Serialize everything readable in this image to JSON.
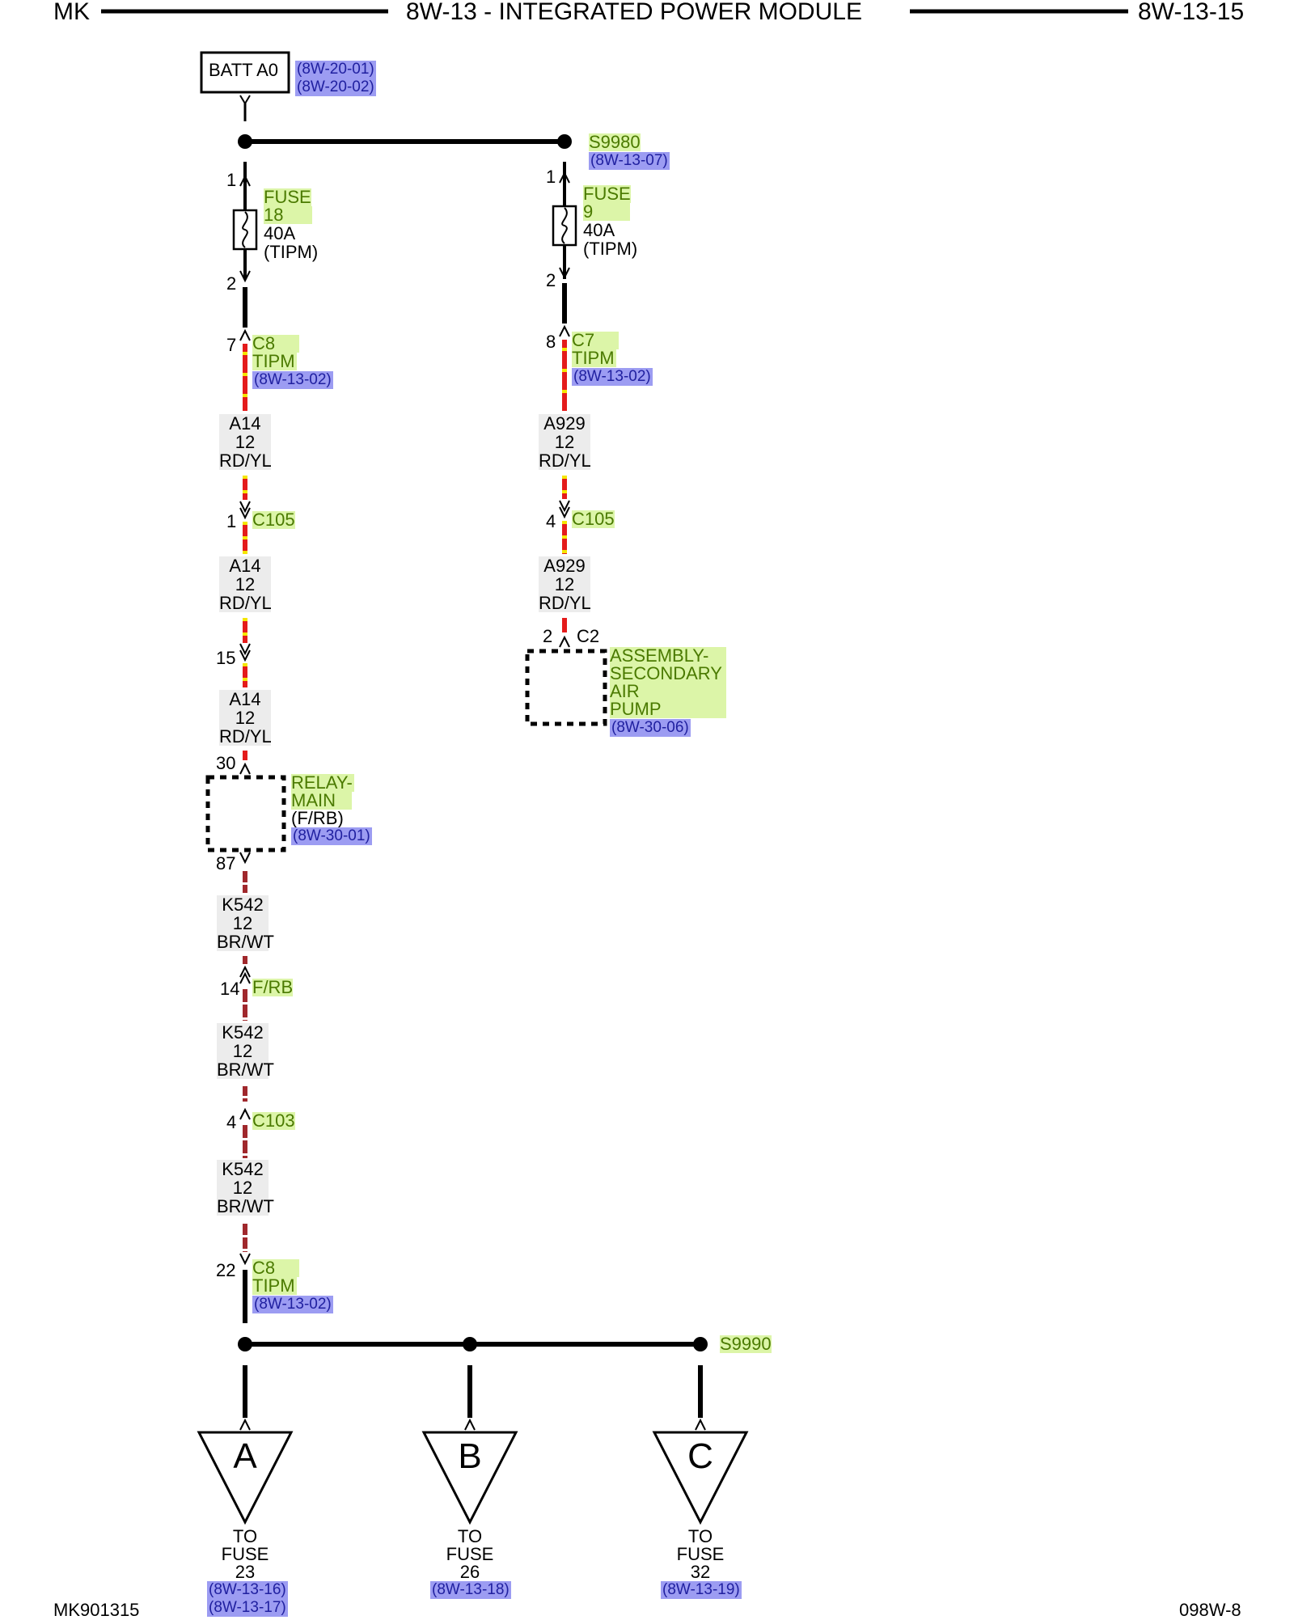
{
  "header": {
    "left": "MK",
    "title": "8W-13 - INTEGRATED POWER MODULE",
    "right": "8W-13-15"
  },
  "footer": {
    "left": "MK901315",
    "right": "098W-8"
  },
  "batt": {
    "label": "BATT A0",
    "refs": [
      "(8W-20-01)",
      "(8W-20-02)"
    ]
  },
  "splice_top": {
    "label": "S9980",
    "ref": "(8W-13-07)"
  },
  "fuse18": {
    "pin_in": "1",
    "pin_out": "2",
    "name1": "FUSE",
    "name2": "18",
    "rating": "40A",
    "loc": "(TIPM)"
  },
  "fuse9": {
    "pin_in": "1",
    "pin_out": "2",
    "name1": "FUSE",
    "name2": "9",
    "rating": "40A",
    "loc": "(TIPM)"
  },
  "left_conn1": {
    "pin": "7",
    "name1": "C8",
    "name2": "TIPM",
    "ref": "(8W-13-02)"
  },
  "right_conn1": {
    "pin": "8",
    "name1": "C7",
    "name2": "TIPM",
    "ref": "(8W-13-02)"
  },
  "left_wires": [
    {
      "circuit": "A14",
      "gauge": "12",
      "color": "RD/YL"
    },
    {
      "circuit": "A14",
      "gauge": "12",
      "color": "RD/YL"
    },
    {
      "circuit": "A14",
      "gauge": "12",
      "color": "RD/YL"
    }
  ],
  "right_wires": [
    {
      "circuit": "A929",
      "gauge": "12",
      "color": "RD/YL"
    },
    {
      "circuit": "A929",
      "gauge": "12",
      "color": "RD/YL"
    }
  ],
  "c105_left": {
    "pin": "1",
    "name": "C105"
  },
  "c105_right": {
    "pin": "4",
    "name": "C105"
  },
  "pin15": "15",
  "pump": {
    "pin": "2",
    "conn": "C2",
    "lines": [
      "ASSEMBLY-",
      "SECONDARY",
      "AIR",
      "PUMP"
    ],
    "ref": "(8W-30-06)"
  },
  "relay": {
    "pin_in": "30",
    "pin_out": "87",
    "name1": "RELAY-",
    "name2": "MAIN",
    "loc": "(F/RB)",
    "ref": "(8W-30-01)"
  },
  "k_wires": [
    {
      "circuit": "K542",
      "gauge": "12",
      "color": "BR/WT"
    },
    {
      "circuit": "K542",
      "gauge": "12",
      "color": "BR/WT"
    },
    {
      "circuit": "K542",
      "gauge": "12",
      "color": "BR/WT"
    }
  ],
  "frb": {
    "pin": "14",
    "name": "F/RB"
  },
  "c103": {
    "pin": "4",
    "name": "C103"
  },
  "c8_bottom": {
    "pin": "22",
    "name1": "C8",
    "name2": "TIPM",
    "ref": "(8W-13-02)"
  },
  "splice_bottom": {
    "label": "S9990"
  },
  "outputs": [
    {
      "letter": "A",
      "to": "TO",
      "fuse": "FUSE",
      "num": "23",
      "refs": [
        "(8W-13-16)",
        "(8W-13-17)"
      ]
    },
    {
      "letter": "B",
      "to": "TO",
      "fuse": "FUSE",
      "num": "26",
      "refs": [
        "(8W-13-18)"
      ]
    },
    {
      "letter": "C",
      "to": "TO",
      "fuse": "FUSE",
      "num": "32",
      "refs": [
        "(8W-13-19)"
      ]
    }
  ],
  "colors": {
    "rd_yl_main": "#e41b1b",
    "rd_yl_stripe": "#f5e600",
    "br_wt_main": "#a0282c",
    "br_wt_stripe": "#ffffff",
    "label_green_bg": "#dcf5a8",
    "ref_blue_bg": "#9c9cf2"
  }
}
